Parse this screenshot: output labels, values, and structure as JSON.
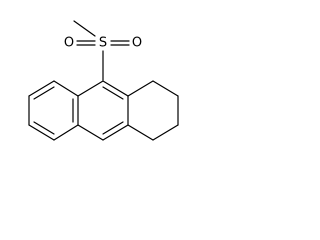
{
  "molecule": {
    "atoms": {
      "sulfur": "S",
      "oxygen_left": "O",
      "oxygen_right": "O"
    }
  },
  "colors": {
    "bond": "#000000",
    "background": "#ffffff"
  }
}
